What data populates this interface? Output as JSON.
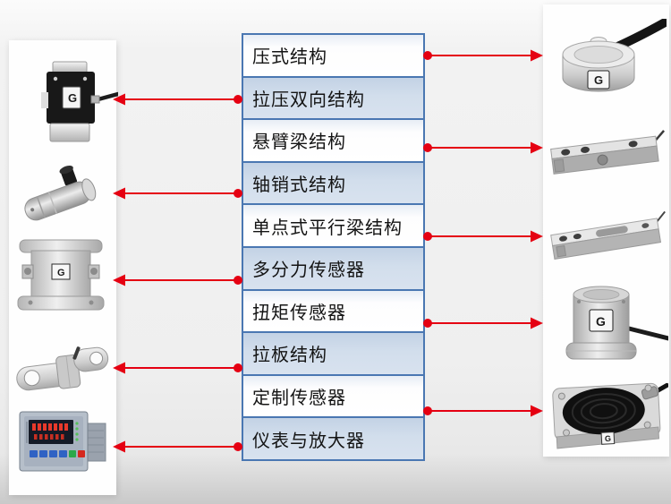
{
  "colors": {
    "arrow_red": "#e50012",
    "box_border_blue": "#4a77b2",
    "box_fill_blue": "#d2deec",
    "box_fill_white": "#ffffff",
    "panel_background": "#fefefe",
    "page_background": "#efefef"
  },
  "flow": {
    "rows": [
      {
        "label": "压式结构",
        "tone": "white",
        "arrow": "right"
      },
      {
        "label": "拉压双向结构",
        "tone": "blue",
        "arrow": "left"
      },
      {
        "label": "悬臂梁结构",
        "tone": "white",
        "arrow": "right"
      },
      {
        "label": "轴销式结构",
        "tone": "blue",
        "arrow": "left"
      },
      {
        "label": "单点式平行梁结构",
        "tone": "white",
        "arrow": "right"
      },
      {
        "label": "多分力传感器",
        "tone": "blue",
        "arrow": "left"
      },
      {
        "label": "扭矩传感器",
        "tone": "white",
        "arrow": "right"
      },
      {
        "label": "拉板结构",
        "tone": "blue",
        "arrow": "left"
      },
      {
        "label": "定制传感器",
        "tone": "white",
        "arrow": "right"
      },
      {
        "label": "仪表与放大器",
        "tone": "blue",
        "arrow": "left"
      }
    ],
    "left_products": [
      {
        "name": "s-type-load-cell"
      },
      {
        "name": "pin-type-load-cell"
      },
      {
        "name": "multi-axis-force-sensor"
      },
      {
        "name": "tension-link-load-cell"
      },
      {
        "name": "weighing-indicator"
      }
    ],
    "right_products": [
      {
        "name": "miniature-compression-load-cell"
      },
      {
        "name": "shear-beam-load-cell"
      },
      {
        "name": "single-point-load-cell"
      },
      {
        "name": "torque-sensor"
      },
      {
        "name": "pancake-custom-load-cell"
      }
    ]
  },
  "logo_text": "G"
}
